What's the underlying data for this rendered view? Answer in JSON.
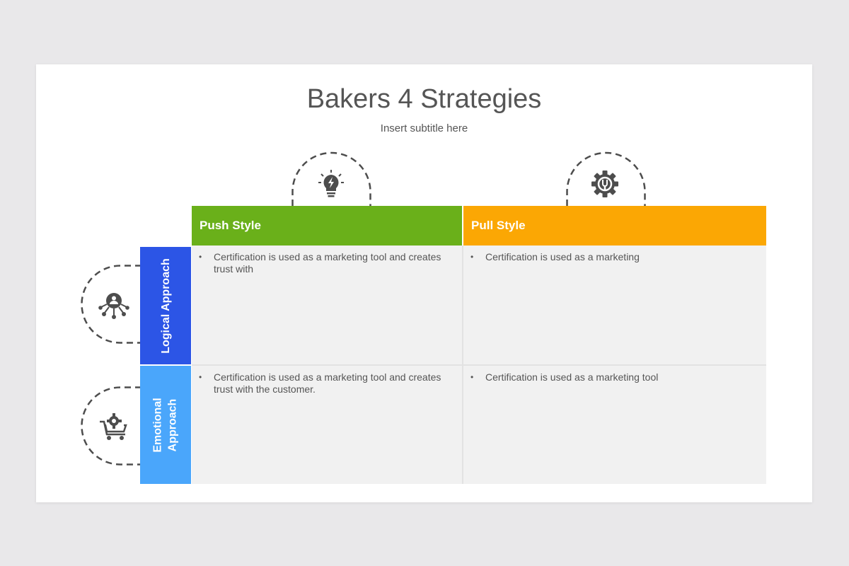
{
  "slide": {
    "title": "Bakers 4 Strategies",
    "subtitle": "Insert subtitle here"
  },
  "columns": [
    {
      "label": "Push Style",
      "color": "#6ab01a",
      "icon": "lightbulb-icon"
    },
    {
      "label": "Pull Style",
      "color": "#fba704",
      "icon": "gear-icon"
    }
  ],
  "rows": [
    {
      "label": "Logical Approach",
      "color": "#2c55e6",
      "icon": "user-network-icon"
    },
    {
      "label_line1": "Emotional",
      "label_line2": "Approach",
      "color": "#4aa6fb",
      "icon": "cart-gear-icon"
    }
  ],
  "cells": {
    "logical_push": "Certification is used as a marketing tool and creates trust with",
    "logical_pull": "Certification is used as a marketing",
    "emotional_push": "Certification is used as a marketing tool and creates trust with the customer.",
    "emotional_pull": "Certification is used as a marketing tool"
  },
  "bullet": "•",
  "colors": {
    "cell_bg": "#f1f1f1",
    "text": "#555555",
    "icon": "#4d4d4d",
    "dash": "#4d4d4d"
  }
}
